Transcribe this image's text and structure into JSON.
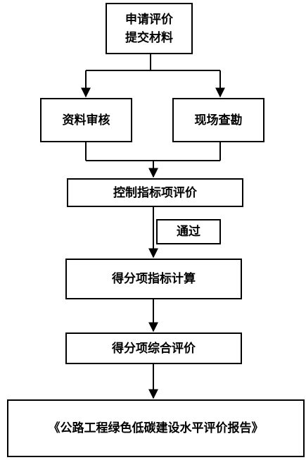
{
  "nodes": {
    "apply": {
      "line1": "申请评价",
      "line2": "提交材料"
    },
    "document_review": "资料审核",
    "site_survey": "现场查勘",
    "control_evaluation": "控制指标项评价",
    "pass_label": "通过",
    "score_calculation": "得分项指标计算",
    "overall_evaluation": "得分项综合评价",
    "report": "《公路工程绿色低碳建设水平评价报告》"
  },
  "colors": {
    "stroke": "#000000",
    "fill": "#ffffff"
  }
}
